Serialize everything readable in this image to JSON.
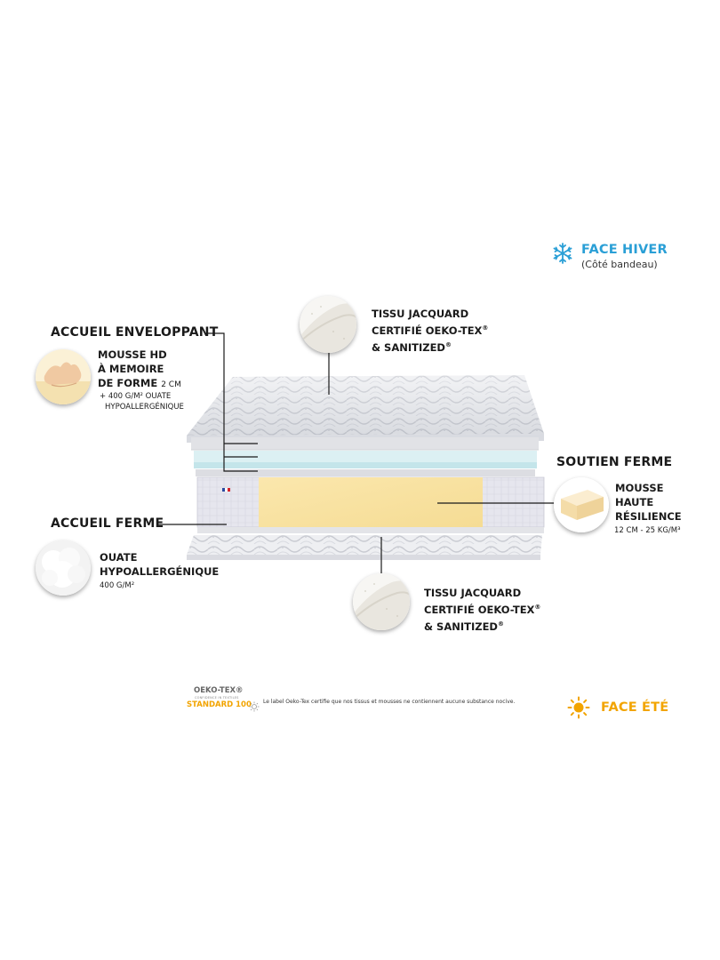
{
  "face_hiver": {
    "title": "FACE HIVER",
    "subtitle": "(Côté bandeau)",
    "icon": "snowflake-icon",
    "color": "#2a9fd6"
  },
  "face_ete": {
    "title": "FACE ÉTÉ",
    "icon": "sun-icon",
    "color": "#f2a400"
  },
  "top_fabric": {
    "line1": "TISSU JACQUARD",
    "line2": "CERTIFIÉ OEKO-TEX",
    "line2_sup": "®",
    "line3": "& SANITIZED",
    "line3_sup": "®"
  },
  "bottom_fabric": {
    "line1": "TISSU JACQUARD",
    "line2": "CERTIFIÉ OEKO-TEX",
    "line2_sup": "®",
    "line3": "& SANITIZED",
    "line3_sup": "®"
  },
  "accueil_enveloppant": {
    "heading": "ACCUEIL ENVELOPPANT",
    "line1": "MOUSSE HD",
    "line2": "À MEMOIRE",
    "line3": "DE FORME",
    "line3_suffix": "2 CM",
    "detail1": "+ 400 G/M² OUATE",
    "detail2": "HYPOALLERGÉNIQUE"
  },
  "soutien_ferme": {
    "heading": "SOUTIEN FERME",
    "line1": "MOUSSE",
    "line2": "HAUTE",
    "line3": "RÉSILIENCE",
    "detail": "12 CM - 25 KG/M³"
  },
  "accueil_ferme": {
    "heading": "ACCUEIL FERME",
    "line1": "OUATE",
    "line2": "HYPOALLERGÉNIQUE",
    "detail": "400 G/M²"
  },
  "oeko_tex": {
    "brand": "OEKO-TEX®",
    "tagline": "CONFIDENCE IN TEXTILES",
    "standard": "STANDARD 100",
    "note": "Le label Oeko-Tex certifie que nos tissus et mousses ne contiennent aucune substance nocive."
  }
}
